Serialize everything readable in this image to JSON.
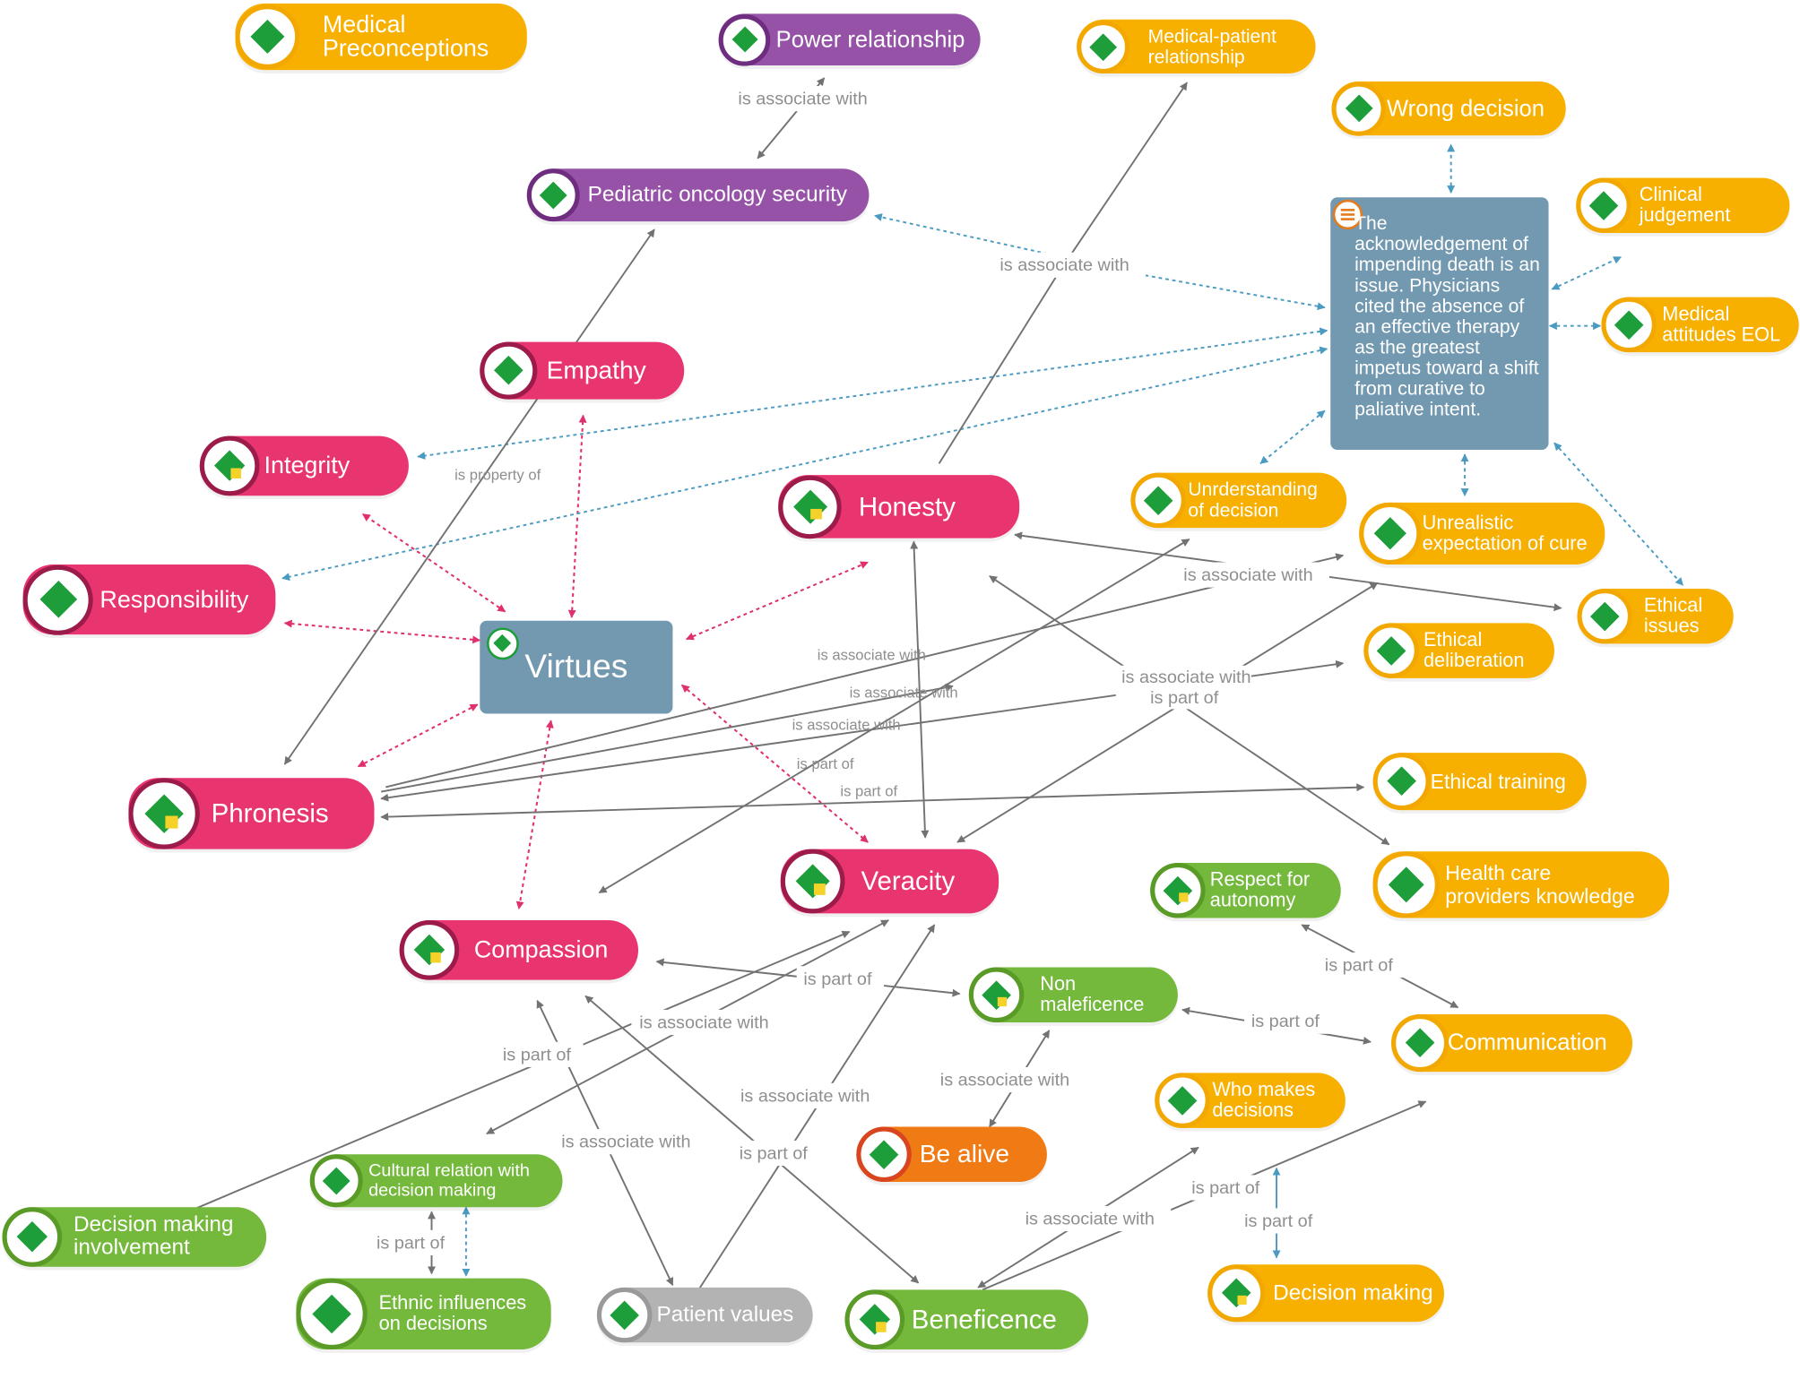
{
  "colors": {
    "yellow": "#f8b000",
    "pink": "#e8356f",
    "purple": "#9552a6",
    "green": "#74b83c",
    "orange": "#f07a14",
    "gray": "#b3b3b3",
    "box": "#7399b1",
    "gray_arrow": "#727272",
    "blue_dotted": "#4a9ac2",
    "pink_dotted": "#e0306f"
  },
  "icons": {
    "code_node": "green-diamond-icon",
    "code_with_comment": "green-diamond-yellow-square-icon",
    "memo": "memo-lines-icon"
  },
  "memo": {
    "text": "The acknowledgement of impending death is an issue. Physicians cited the absence of an effective therapy as the greatest impetus toward a shift from curative to paliative intent."
  },
  "virtues": {
    "label": "Virtues"
  },
  "nodes": {
    "medical_preconceptions": {
      "line1": "Medical",
      "line2": "Preconceptions"
    },
    "power_relationship": {
      "label": "Power relationship"
    },
    "medical_patient_relationship": {
      "line1": "Medical-patient",
      "line2": "relationship"
    },
    "wrong_decision": {
      "label": "Wrong decision"
    },
    "clinical_judgement": {
      "line1": "Clinical",
      "line2": "judgement"
    },
    "medical_attitudes_eol": {
      "line1": "Medical",
      "line2": "attitudes EOL"
    },
    "pediatric_oncology_security": {
      "label": "Pediatric oncology security"
    },
    "empathy": {
      "label": "Empathy"
    },
    "integrity": {
      "label": "Integrity"
    },
    "honesty": {
      "label": "Honesty"
    },
    "understanding_of_decision": {
      "line1": "Unrderstanding",
      "line2": "of decision"
    },
    "unrealistic_expectation": {
      "line1": "Unrealistic",
      "line2": "expectation of cure"
    },
    "responsibility": {
      "label": "Responsibility"
    },
    "ethical_issues": {
      "line1": "Ethical",
      "line2": "issues"
    },
    "ethical_deliberation": {
      "line1": "Ethical",
      "line2": "deliberation"
    },
    "ethical_training": {
      "label": "Ethical training"
    },
    "phronesis": {
      "label": "Phronesis"
    },
    "veracity": {
      "label": "Veracity"
    },
    "health_care_providers": {
      "line1": "Health care",
      "line2": "providers knowledge"
    },
    "respect_for_autonomy": {
      "line1": "Respect for",
      "line2": "autonomy"
    },
    "compassion": {
      "label": "Compassion"
    },
    "non_maleficence": {
      "line1": "Non",
      "line2": "maleficence"
    },
    "communication": {
      "label": "Communication"
    },
    "who_makes_decisions": {
      "line1": "Who makes",
      "line2": "decisions"
    },
    "be_alive": {
      "label": "Be alive"
    },
    "cultural_relation": {
      "line1": "Cultural  relation with",
      "line2": "decision making"
    },
    "decision_making_involvement": {
      "line1": "Decision making",
      "line2": "involvement"
    },
    "ethnic_influences": {
      "line1": "Ethnic influences",
      "line2": "on decisions"
    },
    "patient_values": {
      "label": "Patient values"
    },
    "beneficence": {
      "label": "Beneficence"
    },
    "decision_making": {
      "label": "Decision making"
    }
  },
  "edge_labels": {
    "is_associate_with": "is associate with",
    "is_property_of": "is property of",
    "is_part_of": "is part of"
  }
}
